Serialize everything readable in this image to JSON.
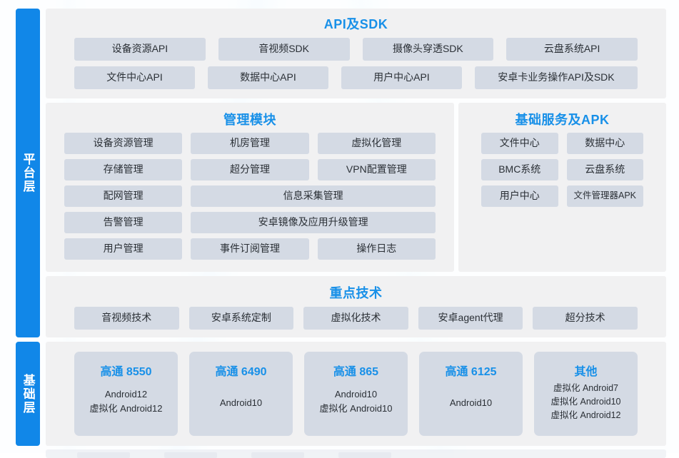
{
  "layers": {
    "platform": "平台层",
    "base": "基础层"
  },
  "api_section": {
    "title": "API及SDK",
    "row1": [
      "设备资源API",
      "音视频SDK",
      "摄像头穿透SDK",
      "云盘系统API"
    ],
    "row2": [
      "文件中心API",
      "数据中心API",
      "用户中心API",
      "安卓卡业务操作API及SDK"
    ]
  },
  "management_section": {
    "title": "管理模块",
    "rows": [
      [
        "设备资源管理",
        "机房管理",
        "虚拟化管理"
      ],
      [
        "存储管理",
        "超分管理",
        "VPN配置管理"
      ],
      [
        "配网管理",
        "信息采集管理"
      ],
      [
        "告警管理",
        "安卓镜像及应用升级管理"
      ],
      [
        "用户管理",
        "事件订阅管理",
        "操作日志"
      ]
    ]
  },
  "base_service_section": {
    "title": "基础服务及APK",
    "rows": [
      [
        "文件中心",
        "数据中心"
      ],
      [
        "BMC系统",
        "云盘系统"
      ],
      [
        "用户中心",
        "文件管理器APK"
      ]
    ]
  },
  "tech_section": {
    "title": "重点技术",
    "items": [
      "音视频技术",
      "安卓系统定制",
      "虚拟化技术",
      "安卓agent代理",
      "超分技术"
    ]
  },
  "chipset_section": {
    "cards": [
      {
        "title": "高通 8550",
        "lines": [
          "Android12",
          "虚拟化 Android12"
        ]
      },
      {
        "title": "高通 6490",
        "lines": [
          "Android10"
        ]
      },
      {
        "title": "高通 865",
        "lines": [
          "Android10",
          "虚拟化 Android10"
        ]
      },
      {
        "title": "高通 6125",
        "lines": [
          "Android10"
        ]
      },
      {
        "title": "其他",
        "lines": [
          "虚拟化 Android7",
          "虚拟化 Android10",
          "虚拟化 Android12"
        ]
      }
    ]
  },
  "colors": {
    "accent": "#1890e8",
    "rail": "#1187e8",
    "panel": "#f1f1f2",
    "chip": "#d4dae4",
    "text": "#2b3036"
  }
}
